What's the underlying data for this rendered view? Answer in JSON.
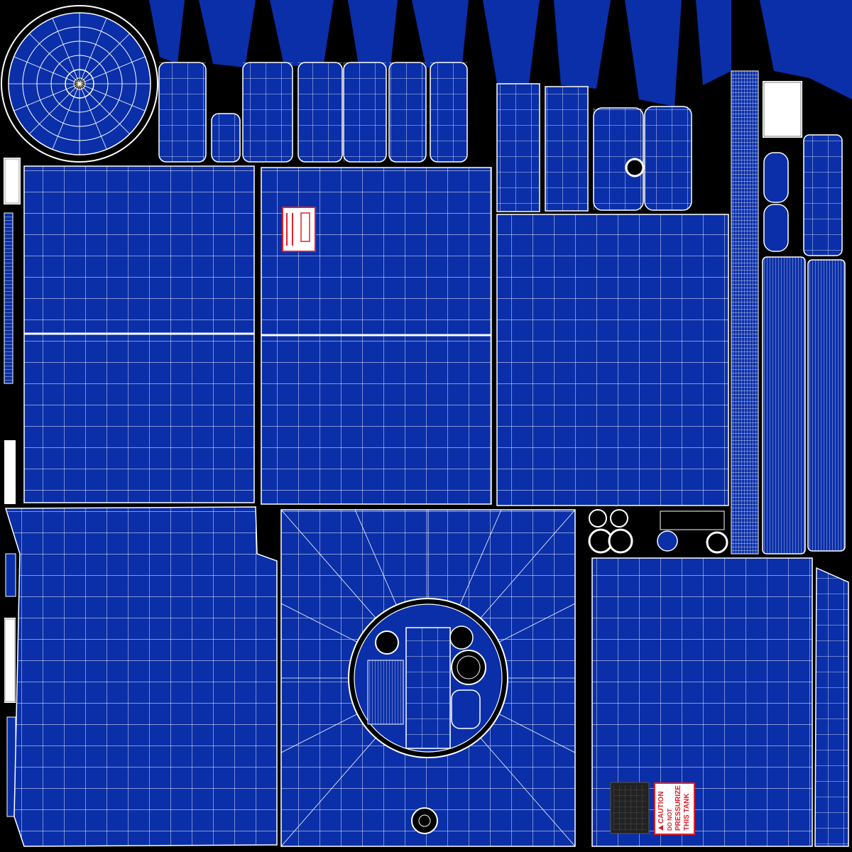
{
  "colors": {
    "background": "#000000",
    "panel_fill": "#0a2fa8",
    "wire": "#ffffff",
    "label_red": "#e0202a",
    "label_bg": "#ffffff"
  },
  "caution_decal": {
    "icon": "warning-triangle-icon",
    "heading": "CAUTION",
    "line1": "DO NOT",
    "line2": "PRESSURIZE",
    "line3": "THIS TANK"
  },
  "small_decal": {
    "icon": "decal-label-icon"
  }
}
